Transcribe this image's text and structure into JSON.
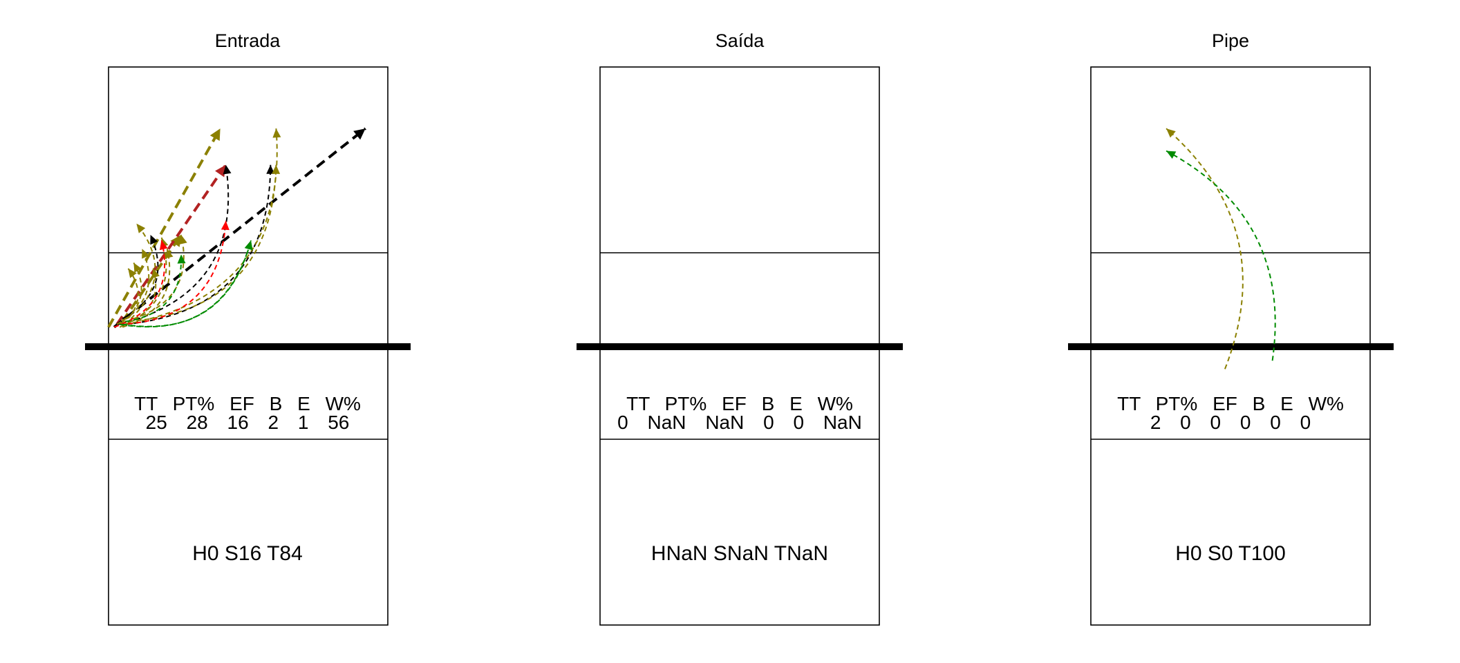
{
  "colors": {
    "olive": "#8B8000",
    "dark_red": "#B22222",
    "red": "#FF0000",
    "green": "#008B00",
    "black": "#000000"
  },
  "panels": [
    {
      "title": "Entrada",
      "stats_header": [
        "TT",
        "PT%",
        "EF",
        "B",
        "E",
        "W%"
      ],
      "stats_values": [
        "25",
        "28",
        "16",
        "2",
        "1",
        "56"
      ],
      "zone_summary": "H0 S16 T84",
      "arrows": [
        {
          "color": "olive",
          "style": "bold",
          "from": [
            0.0,
            0.07
          ],
          "to": [
            0.4,
            0.78
          ]
        },
        {
          "color": "olive",
          "style": "bold",
          "from": [
            0.05,
            0.09
          ],
          "to": [
            0.26,
            0.4
          ]
        },
        {
          "color": "dark_red",
          "style": "bold",
          "from": [
            0.03,
            0.08
          ],
          "to": [
            0.42,
            0.65
          ]
        },
        {
          "color": "black",
          "style": "bold",
          "from": [
            0.02,
            0.07
          ],
          "to": [
            0.92,
            0.78
          ]
        },
        {
          "color": "black",
          "style": "thin",
          "from": [
            0.04,
            0.08
          ],
          "to": [
            0.42,
            0.65
          ]
        },
        {
          "color": "black",
          "style": "thin",
          "from": [
            0.06,
            0.08
          ],
          "to": [
            0.58,
            0.65
          ]
        },
        {
          "color": "black",
          "style": "thin",
          "from": [
            0.05,
            0.1
          ],
          "to": [
            0.15,
            0.4
          ]
        },
        {
          "color": "olive",
          "style": "thin",
          "from": [
            0.06,
            0.08
          ],
          "to": [
            0.6,
            0.78
          ]
        },
        {
          "color": "olive",
          "style": "thin",
          "from": [
            0.07,
            0.09
          ],
          "to": [
            0.6,
            0.65
          ]
        },
        {
          "color": "olive",
          "style": "thin",
          "from": [
            0.08,
            0.1
          ],
          "to": [
            0.1,
            0.44
          ]
        },
        {
          "color": "olive",
          "style": "thin",
          "from": [
            0.09,
            0.1
          ],
          "to": [
            0.26,
            0.4
          ]
        },
        {
          "color": "olive",
          "style": "thin",
          "from": [
            0.04,
            0.07
          ],
          "to": [
            0.19,
            0.39
          ]
        },
        {
          "color": "olive",
          "style": "thin",
          "from": [
            0.03,
            0.08
          ],
          "to": [
            0.12,
            0.35
          ]
        },
        {
          "color": "olive",
          "style": "thin",
          "from": [
            0.05,
            0.07
          ],
          "to": [
            0.21,
            0.35
          ]
        },
        {
          "color": "olive",
          "style": "thin",
          "from": [
            0.04,
            0.08
          ],
          "to": [
            0.09,
            0.3
          ]
        },
        {
          "color": "olive",
          "style": "thin",
          "from": [
            0.06,
            0.08
          ],
          "to": [
            0.16,
            0.28
          ]
        },
        {
          "color": "olive",
          "style": "thin",
          "from": [
            0.05,
            0.08
          ],
          "to": [
            0.07,
            0.28
          ]
        },
        {
          "color": "red",
          "style": "thin",
          "from": [
            0.04,
            0.08
          ],
          "to": [
            0.42,
            0.45
          ]
        },
        {
          "color": "red",
          "style": "thin",
          "from": [
            0.02,
            0.07
          ],
          "to": [
            0.19,
            0.38
          ]
        },
        {
          "color": "green",
          "style": "thin",
          "from": [
            0.04,
            0.08
          ],
          "to": [
            0.51,
            0.38
          ]
        },
        {
          "color": "green",
          "style": "thin",
          "from": [
            0.06,
            0.09
          ],
          "to": [
            0.26,
            0.33
          ]
        },
        {
          "color": "green",
          "style": "thin",
          "from": [
            0.05,
            0.08
          ],
          "to": [
            0.51,
            0.38
          ]
        }
      ]
    },
    {
      "title": "Saída",
      "stats_header": [
        "TT",
        "PT%",
        "EF",
        "B",
        "E",
        "W%"
      ],
      "stats_values": [
        "0",
        "NaN",
        "NaN",
        "0",
        "0",
        "NaN"
      ],
      "zone_summary": "HNaN SNaN TNaN",
      "arrows": []
    },
    {
      "title": "Pipe",
      "stats_header": [
        "TT",
        "PT%",
        "EF",
        "B",
        "E",
        "W%"
      ],
      "stats_values": [
        "2",
        "0",
        "0",
        "0",
        "0",
        "0"
      ],
      "zone_summary": "H0 S0 T100",
      "arrows": [
        {
          "color": "olive",
          "style": "thin",
          "from": [
            0.48,
            -0.08
          ],
          "to": [
            0.27,
            0.78
          ]
        },
        {
          "color": "green",
          "style": "thin",
          "from": [
            0.65,
            -0.05
          ],
          "to": [
            0.27,
            0.7
          ]
        }
      ]
    }
  ]
}
